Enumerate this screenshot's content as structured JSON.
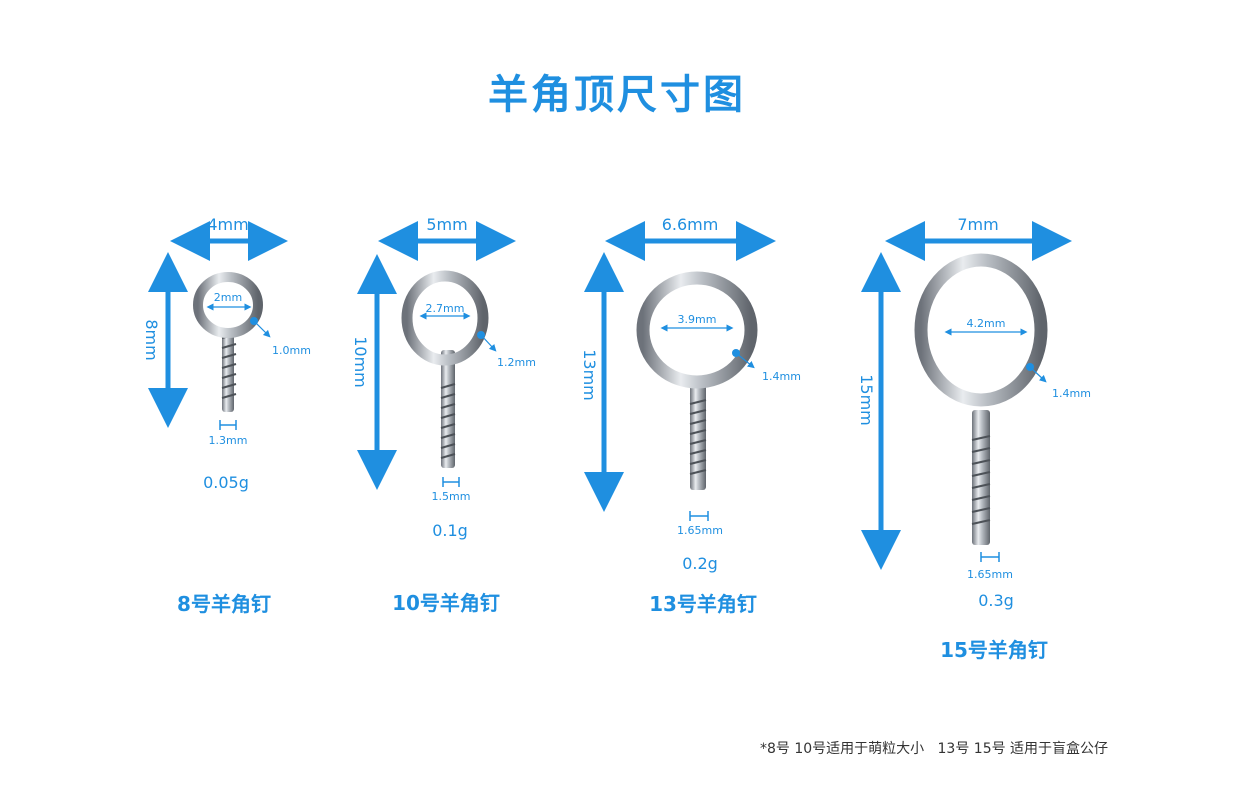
{
  "title": "羊角顶尺寸图",
  "accent": "#1f8fe0",
  "items": [
    {
      "width": "4mm",
      "length": "8mm",
      "inner": "2mm",
      "wire": "1.0mm",
      "shank": "1.3mm",
      "weight": "0.05g",
      "name": "8号羊角钉"
    },
    {
      "width": "5mm",
      "length": "10mm",
      "inner": "2.7mm",
      "wire": "1.2mm",
      "shank": "1.5mm",
      "weight": "0.1g",
      "name": "10号羊角钉"
    },
    {
      "width": "6.6mm",
      "length": "13mm",
      "inner": "3.9mm",
      "wire": "1.4mm",
      "shank": "1.65mm",
      "weight": "0.2g",
      "name": "13号羊角钉"
    },
    {
      "width": "7mm",
      "length": "15mm",
      "inner": "4.2mm",
      "wire": "1.4mm",
      "shank": "1.65mm",
      "weight": "0.3g",
      "name": "15号羊角钉"
    }
  ],
  "footer": "*8号 10号适用于萌粒大小   13号 15号 适用于盲盒公仔"
}
